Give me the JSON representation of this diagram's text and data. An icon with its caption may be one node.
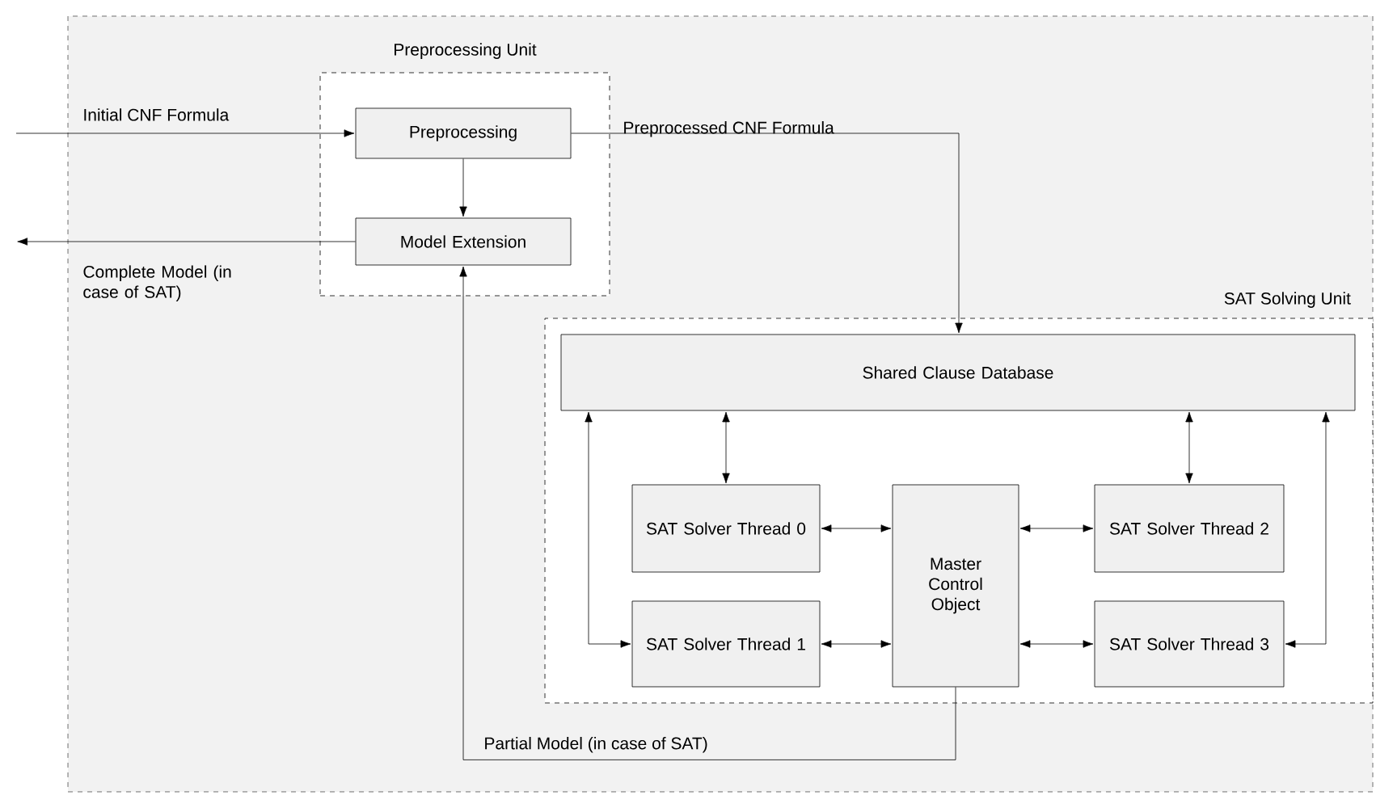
{
  "diagram": {
    "nodes": [
      {
        "text": [
          "Preprocessing Unit"
        ]
      },
      {
        "text": [
          "Preprocessing"
        ],
        "in": 0
      },
      {
        "text": [
          "Model Extension"
        ],
        "in": 0
      },
      {
        "text": [
          "SAT Solving Unit"
        ]
      },
      {
        "text": [
          "Shared Clause Database"
        ],
        "in": 3
      },
      {
        "text": [
          "SAT Solver Thread 0"
        ],
        "in": 3
      },
      {
        "text": [
          "SAT Solver Thread 1"
        ],
        "in": 3
      },
      {
        "text": [
          "Master Control Object"
        ],
        "in": 3
      },
      {
        "text": [
          "SAT Solver Thread 2"
        ],
        "in": 3
      },
      {
        "text": [
          "SAT Solver Thread 3"
        ],
        "in": 3
      }
    ],
    "edges": [
      {
        "from": null,
        "to": 1,
        "arrow": "to",
        "label": "Initial CNF Formula"
      },
      {
        "from": 1,
        "to": 2,
        "arrow": "to"
      },
      {
        "from": 2,
        "to": null,
        "arrow": "to",
        "label": "Complete Model (in case of SAT)"
      },
      {
        "from": 1,
        "to": 4,
        "arrow": "to",
        "label": "Preprocessed CNF Formula"
      },
      {
        "from": 4,
        "to": 5,
        "arrow": "both"
      },
      {
        "from": 4,
        "to": 8,
        "arrow": "both"
      },
      {
        "from": 4,
        "to": 6,
        "arrow": "both"
      },
      {
        "from": 4,
        "to": 9,
        "arrow": "both"
      },
      {
        "from": 5,
        "to": 7,
        "arrow": "both"
      },
      {
        "from": 6,
        "to": 7,
        "arrow": "both"
      },
      {
        "from": 7,
        "to": 8,
        "arrow": "both"
      },
      {
        "from": 7,
        "to": 9,
        "arrow": "both"
      },
      {
        "from": 7,
        "to": 2,
        "arrow": "to",
        "label": "Partial Model (in case of SAT)"
      }
    ]
  }
}
